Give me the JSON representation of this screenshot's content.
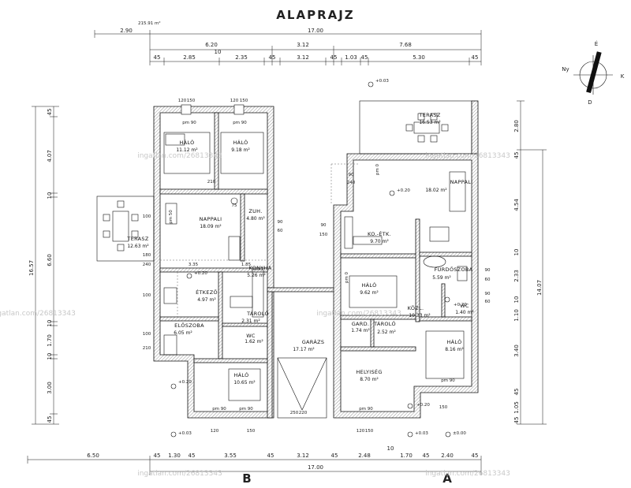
{
  "title": "ALAPRAJZ",
  "small_area_note": "215.91 m²",
  "compass": {
    "n": "É",
    "e": "K",
    "s": "D",
    "w": "Ny"
  },
  "sections": {
    "left": "B",
    "right": "A"
  },
  "watermark": "ingatlan.com/26813343",
  "top_dims": {
    "row1": [
      "2.90",
      "17.00"
    ],
    "row2": [
      "6.20",
      "3.12",
      "7.68"
    ],
    "row2_sub": "10",
    "row3": [
      "45",
      "2.85",
      "10",
      "2.35",
      "45",
      "3.12",
      "45",
      "1.03",
      "45",
      "5.30",
      "45"
    ]
  },
  "bottom_dims": {
    "row1": [
      "6.50",
      "45",
      "1.30",
      "45",
      "3.55",
      "45",
      "3.12",
      "45",
      "2.48",
      "10",
      "1.70",
      "45",
      "2.40",
      "45"
    ],
    "row2": "17.00"
  },
  "left_dims": {
    "total": "16.57",
    "parts": [
      "45",
      "4.07",
      "10",
      "6.60",
      "10",
      "1.70",
      "10",
      "3.00",
      "45"
    ]
  },
  "right_dims": {
    "total": "14.07",
    "parts": [
      "2.80",
      "45",
      "4.54",
      "10",
      "2.33",
      "10",
      "1.10",
      "3.40",
      "45",
      "1.05",
      "45"
    ]
  },
  "levels": [
    "+0.03",
    "+0.20",
    "+0.20",
    "+0.20",
    "+0.20",
    "+0.03",
    "+0.03",
    "±0.00",
    "+0.20"
  ],
  "rooms": [
    {
      "name": "HÁLÓ",
      "area": "11.12 m²"
    },
    {
      "name": "HÁLÓ",
      "area": "9.18 m²"
    },
    {
      "name": "NAPPALI",
      "area": "18.09 m²"
    },
    {
      "name": "ZUH.",
      "area": "4.80 m²"
    },
    {
      "name": "TERASZ",
      "area": "12.63 m²"
    },
    {
      "name": "KONYHA",
      "area": "5.26 m²"
    },
    {
      "name": "ÉTKEZŐ",
      "area": "4.97 m²"
    },
    {
      "name": "TÁROLÓ",
      "area": "2.31 m²"
    },
    {
      "name": "ELŐSZOBA",
      "area": "6.05 m²"
    },
    {
      "name": "WC",
      "area": "1.62 m²"
    },
    {
      "name": "HÁLÓ",
      "area": "10.65 m²"
    },
    {
      "name": "GARÁZS",
      "area": "17.17 m²"
    },
    {
      "name": "TERASZ",
      "area": "16.53 m²"
    },
    {
      "name": "NAPPALI",
      "area": "18.02 m²"
    },
    {
      "name": "KO.-ÉTK.",
      "area": "9.70 m²"
    },
    {
      "name": "HÁLÓ",
      "area": "9.62 m²"
    },
    {
      "name": "FÜRDŐSZOBA",
      "area": "5.59 m²"
    },
    {
      "name": "KÖZL.",
      "area": "10.33 m²"
    },
    {
      "name": "WC",
      "area": "1.40 m²"
    },
    {
      "name": "GARD.",
      "area": "1.74 m²"
    },
    {
      "name": "TÁROLÓ",
      "area": "2.52 m²"
    },
    {
      "name": "HÁLÓ",
      "area": "8.16 m²"
    },
    {
      "name": "HELYISÉG",
      "area": "8.70 m²"
    }
  ],
  "labels": {
    "pm90": "pm 90",
    "pm50": "pm 50",
    "pm0": "pm 0",
    "n120": "120",
    "n150": "150",
    "n90": "90",
    "n210": "210",
    "n100": "100",
    "n180": "180",
    "n240": "240",
    "n60": "60",
    "n75": "75",
    "n3_35": "3.35",
    "n1_85": "1.85",
    "n250": "250",
    "n220": "220"
  }
}
